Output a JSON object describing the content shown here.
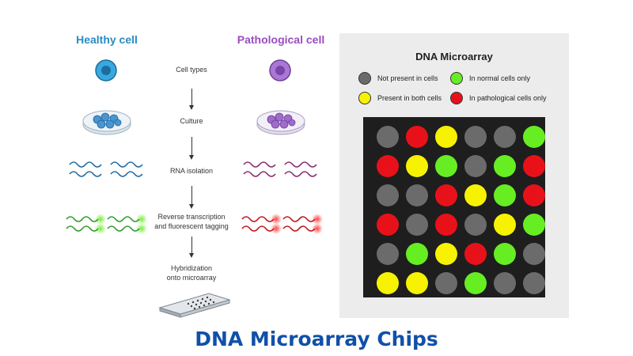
{
  "left": {
    "healthy_title": "Healthy cell",
    "pathological_title": "Pathological cell",
    "steps": [
      "Cell types",
      "Culture",
      "RNA isolation",
      "Reverse transcription\nand fluorescent tagging",
      "Hybridization\nonto microarray"
    ]
  },
  "right": {
    "title": "DNA Microarray",
    "legend": [
      {
        "label": "Not present in cells",
        "color": "#6b6b6b"
      },
      {
        "label": "In normal cells only",
        "color": "#66ee22"
      },
      {
        "label": "Present in both cells",
        "color": "#f7f200"
      },
      {
        "label": "In pathological cells only",
        "color": "#e8111a"
      }
    ],
    "grid": [
      [
        "gray",
        "red",
        "yellow",
        "gray",
        "gray",
        "green"
      ],
      [
        "red",
        "yellow",
        "green",
        "gray",
        "green",
        "red"
      ],
      [
        "gray",
        "gray",
        "red",
        "yellow",
        "green",
        "red"
      ],
      [
        "red",
        "gray",
        "red",
        "gray",
        "yellow",
        "green"
      ],
      [
        "gray",
        "green",
        "yellow",
        "red",
        "green",
        "gray"
      ],
      [
        "yellow",
        "yellow",
        "gray",
        "green",
        "gray",
        "gray"
      ]
    ]
  },
  "colors": {
    "healthy": "#2a8cc4",
    "pathological": "#9b4dc0",
    "gray": "#6b6b6b",
    "red": "#e8111a",
    "yellow": "#f7f200",
    "green": "#66ee22"
  },
  "footer": {
    "title": "DNA Microarray Chips"
  }
}
